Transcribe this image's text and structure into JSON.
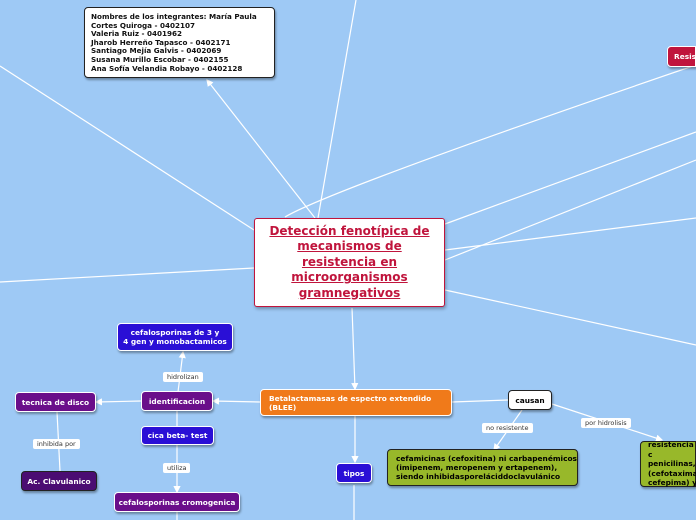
{
  "central": {
    "lines": [
      "Detección fenotípica de",
      "mecanismos de",
      "resistencia en",
      "microorganismos",
      "gramnegativos"
    ]
  },
  "members": {
    "lines": [
      "Nombres de los integrantes: María Paula",
      "Cortes Quiroga - 0402107",
      "Valeria Ruiz - 0401962",
      "Jharob Herreño Tapasco - 0402171",
      "Santiago Mejía Galvis - 0402069",
      "Susana Murillo Escobar - 0402155",
      "Ana Sofía Velandia Robayo - 0402128"
    ]
  },
  "nodes": {
    "resis": "Resis",
    "blee_line1": "Betalactamasas de espectro extendido",
    "blee_line2": "(BLEE)",
    "causan": "causan",
    "cefalosporinas_line1": "cefalosporinas de 3 y",
    "cefalosporinas_line2": "4 gen y monobactamicos",
    "identificacion": "identificacion",
    "tecnica": "tecnica de disco",
    "cica": "cica beta- test",
    "ac_clavulanico": "Ac. Clavulanico",
    "cromogenica": "cefalosporinas cromogenica",
    "tipos": "tipos",
    "cefamicinas_line1": "cefamicinas (cefoxitina) ni carbapenémicos",
    "cefamicinas_line2": "(imipenem, meropenem y ertapenem),",
    "cefamicinas_line3": "siendo inhibidasporeláciddoclavulánico",
    "resistencia_line1": "resistencia c",
    "resistencia_line2": "penicilinas,c",
    "resistencia_line3": "(cefotaxima",
    "resistencia_line4": "cefepima) y"
  },
  "labels": {
    "hidrolizan": "hidrolizan",
    "inhibida_por": "inhibida por",
    "utiliza": "utiliza",
    "no_resistente": "no resistente",
    "por_hidrolisis": "por hidrolisis"
  },
  "colors": {
    "background": "#9ec9f5",
    "central_text": "#c0143c",
    "purple_node": "#2a0fd6",
    "violet_node": "#6a0e8a",
    "orange_node": "#f07a1a",
    "olive_node": "#98b82a"
  }
}
